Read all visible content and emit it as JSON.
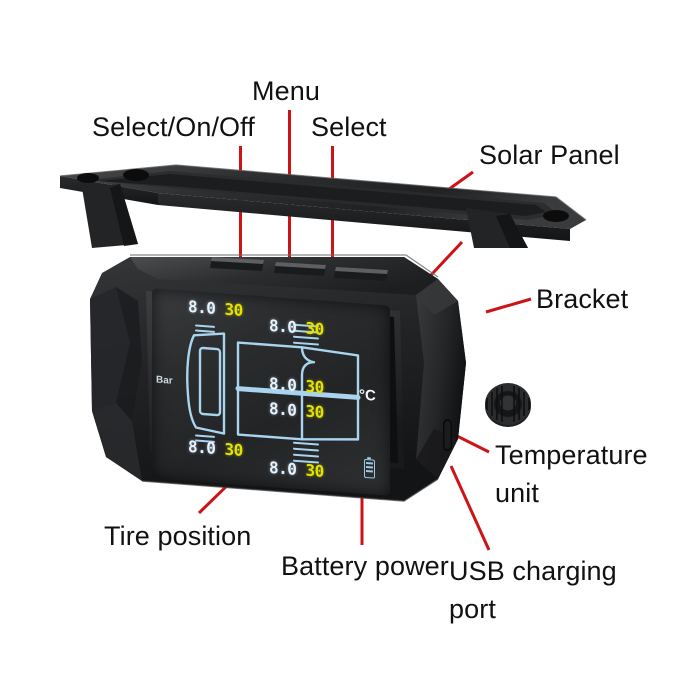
{
  "image": {
    "subject": "Solar TPMS tire pressure monitor with bracket",
    "background_color": "#ffffff",
    "annotation_color": "#cc1417"
  },
  "annotations": [
    {
      "id": "select-on-off",
      "label": "Select/On/Off",
      "target": "left-button"
    },
    {
      "id": "menu",
      "label": "Menu",
      "target": "middle-button"
    },
    {
      "id": "select",
      "label": "Select",
      "target": "right-button"
    },
    {
      "id": "solar-panel",
      "label": "Solar  Panel",
      "target": "solar-panel-surface"
    },
    {
      "id": "bracket",
      "label": "Bracket",
      "target": "mounting-bracket"
    },
    {
      "id": "temperature-unit",
      "label": "Temperature",
      "label2": "unit",
      "target": "celsius-symbol"
    },
    {
      "id": "tire-position",
      "label": "Tire position",
      "target": "tire-icon"
    },
    {
      "id": "battery-power",
      "label": "Battery power",
      "target": "battery-icon"
    },
    {
      "id": "usb-charging-port",
      "label": "USB charging",
      "label2": "port",
      "target": "usb-port"
    }
  ],
  "display": {
    "pressure_unit": "Bar",
    "temperature_unit": "°C",
    "battery_level": 3,
    "readings": [
      {
        "position": "front-left",
        "pressure": "8.0",
        "temperature": "30"
      },
      {
        "position": "front-right",
        "pressure": "8.0",
        "temperature": "30"
      },
      {
        "position": "mid-left",
        "pressure": "8.0",
        "temperature": "30"
      },
      {
        "position": "mid-right",
        "pressure": "8.0",
        "temperature": "30"
      },
      {
        "position": "rear-left",
        "pressure": "8.0",
        "temperature": "30"
      },
      {
        "position": "rear-right",
        "pressure": "8.0",
        "temperature": "30"
      }
    ],
    "colors": {
      "pressure_text": "#e9f3fb",
      "temperature_text": "#e3e300",
      "vehicle_outline": "#a9d4ee",
      "screen_background": "#2b2d2f"
    }
  },
  "buttons": [
    {
      "id": "left-button",
      "name": "Select/On/Off"
    },
    {
      "id": "middle-button",
      "name": "Menu"
    },
    {
      "id": "right-button",
      "name": "Select"
    }
  ]
}
